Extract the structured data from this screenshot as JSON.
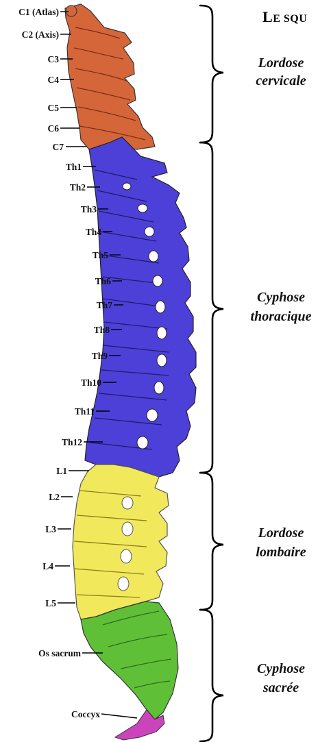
{
  "title": {
    "first": "L",
    "rest": "E SQU"
  },
  "colors": {
    "cervical": "#d4663a",
    "thoracic": "#4c40d8",
    "lumbar": "#f1e85c",
    "sacrum": "#5fc038",
    "coccyx": "#cc44bb",
    "outline": "#333333"
  },
  "labels": {
    "c1": "C1 (Atlas)",
    "c2": "C2 (Axis)",
    "c3": "C3",
    "c4": "C4",
    "c5": "C5",
    "c6": "C6",
    "c7": "C7",
    "th1": "Th1",
    "th2": "Th2",
    "th3": "Th3",
    "th4": "Th4",
    "th5": "Th5",
    "th6": "Th6",
    "th7": "Th7",
    "th8": "Th8",
    "th9": "Th9",
    "th10": "Th10",
    "th11": "Th11",
    "th12": "Th12",
    "l1": "L1",
    "l2": "L2",
    "l3": "L3",
    "l4": "L4",
    "l5": "L5",
    "sacrum": "Os sacrum",
    "coccyx": "Coccyx"
  },
  "regions": {
    "cervical": {
      "line1": "Lordose",
      "line2": "cervicale"
    },
    "thoracic": {
      "line1": "Cyphose",
      "line2": "thoracique"
    },
    "lumbar": {
      "line1": "Lordose",
      "line2": "lombaire"
    },
    "sacral": {
      "line1": "Cyphose",
      "line2": "sacrée"
    }
  }
}
